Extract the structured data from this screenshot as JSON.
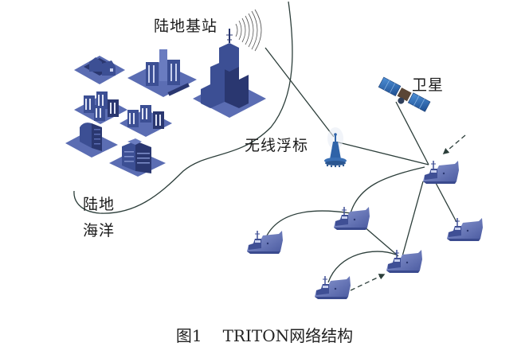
{
  "figure": {
    "caption_number": "图1",
    "caption_title": "TRITON网络结构"
  },
  "labels": {
    "land_base_station": "陆地基站",
    "wireless_buoy": "无线浮标",
    "satellite": "卫星",
    "land": "陆地",
    "ocean": "海洋"
  },
  "nodes": [
    {
      "id": "land-base-station",
      "type": "tower",
      "icon": "cell-tower-icon"
    },
    {
      "id": "wireless-buoy",
      "type": "buoy",
      "icon": "buoy-icon"
    },
    {
      "id": "satellite",
      "type": "satellite",
      "icon": "satellite-icon"
    },
    {
      "id": "ship-hub",
      "type": "ship",
      "icon": "ship-icon"
    },
    {
      "id": "ship-mid",
      "type": "ship",
      "icon": "ship-icon"
    },
    {
      "id": "ship-left",
      "type": "ship",
      "icon": "ship-icon"
    },
    {
      "id": "ship-right",
      "type": "ship",
      "icon": "ship-icon"
    },
    {
      "id": "ship-center",
      "type": "ship",
      "icon": "ship-icon"
    },
    {
      "id": "ship-bottom",
      "type": "ship",
      "icon": "ship-icon"
    }
  ],
  "links": [
    {
      "from": "land-base-station",
      "to": "wireless-buoy",
      "style": "solid"
    },
    {
      "from": "wireless-buoy",
      "to": "ship-hub",
      "style": "solid"
    },
    {
      "from": "satellite",
      "to": "ship-hub",
      "style": "solid"
    },
    {
      "from": "ship-hub",
      "to": "ship-mid",
      "style": "curved"
    },
    {
      "from": "ship-hub",
      "to": "ship-right",
      "style": "solid"
    },
    {
      "from": "ship-hub",
      "to": "ship-center",
      "style": "solid"
    },
    {
      "from": "ship-mid",
      "to": "ship-left",
      "style": "curved"
    },
    {
      "from": "ship-mid",
      "to": "ship-center",
      "style": "solid"
    },
    {
      "from": "ship-center",
      "to": "ship-bottom",
      "style": "curved"
    },
    {
      "from": "ship-bottom",
      "to": "ship-center",
      "style": "dashed-arrow"
    },
    {
      "from": "external",
      "to": "ship-hub",
      "style": "dashed-arrow"
    }
  ],
  "colors": {
    "building": "#3c4f94",
    "building_dark": "#2a3770",
    "building_light": "#6a7cc0",
    "base_plate": "#5b6db3",
    "ship": "#6c7bbd",
    "ship_dark": "#3f4f95",
    "line": "#2c3e3a",
    "solar_panel": "#2f6fb8",
    "satellite_body": "#5a4636",
    "buoy": "#2f63a8"
  }
}
